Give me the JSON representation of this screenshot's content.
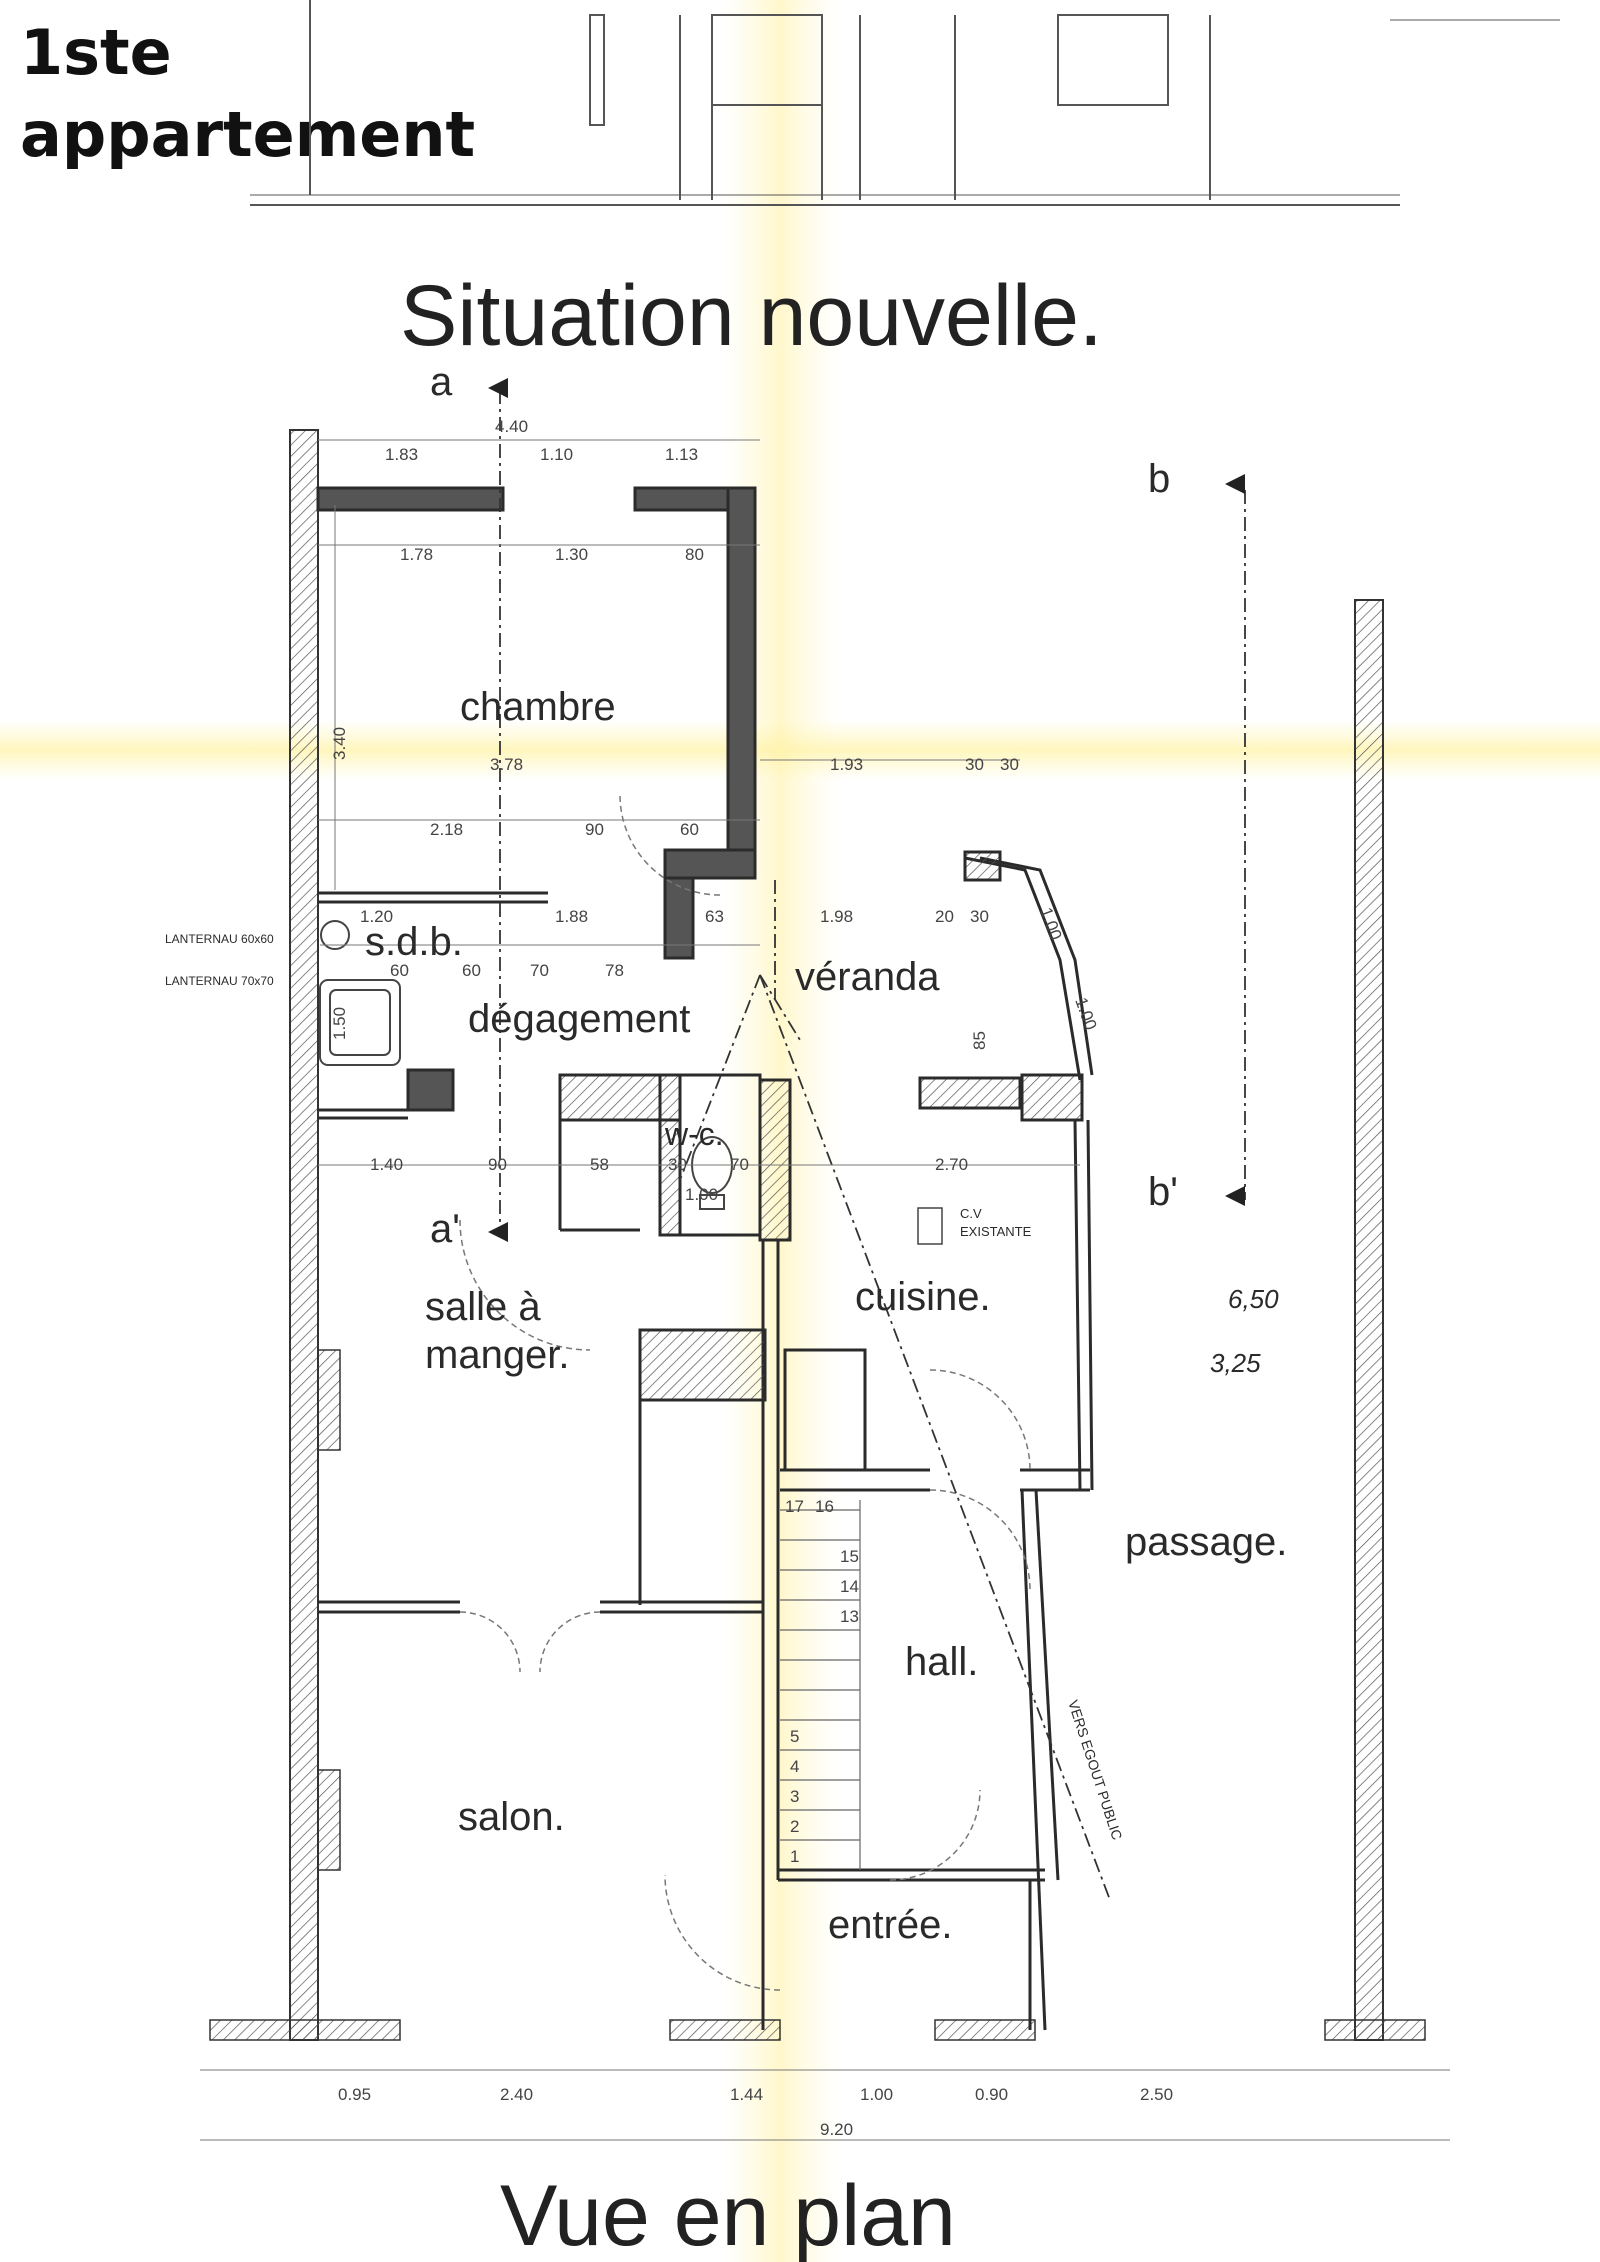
{
  "page_label": {
    "line1": "1ste",
    "line2": "appartement"
  },
  "headings": {
    "top": "Situation nouvelle.",
    "bottom": "Vue en plan"
  },
  "rooms": {
    "chambre": "chambre",
    "sdb": "s.d.b.",
    "degagement": "dégagement",
    "veranda": "véranda",
    "wc": "w-c.",
    "salle_a": "salle à",
    "manger": "manger.",
    "cuisine": "cuisine.",
    "passage": "passage.",
    "hall": "hall.",
    "salon": "salon.",
    "entree": "entrée."
  },
  "section_marks": {
    "a": "a",
    "a_prime": "a'",
    "b": "b",
    "b_prime": "b'"
  },
  "annotations": {
    "lanternau_1": "LANTERNAU 60x60",
    "lanternau_2": "LANTERNAU 70x70",
    "cv": "C.V",
    "existante": "EXISTANTE",
    "egout": "VERS EGOUT PUBLIC",
    "note_1": "6,50",
    "note_2": "3,25"
  },
  "dimensions": {
    "top_overall": "4.40",
    "top_1": "1.83",
    "top_2": "1.10",
    "top_3": "1.13",
    "ch_1": "1.78",
    "ch_2": "1.30",
    "ch_3": "80",
    "ch_h": "3.40",
    "ch_w": "3.78",
    "ch_b1": "2.18",
    "ch_b2": "90",
    "ch_b3": "60",
    "r_1": "1.93",
    "r_2": "30",
    "r_3": "30",
    "sdb_1": "1.20",
    "sdb_2": "1.88",
    "sdb_3": "63",
    "sdb_4": "60",
    "sdb_5": "60",
    "sdb_6": "70",
    "sdb_7": "78",
    "sdb_8": "1.50",
    "v_1": "1.98",
    "v_2": "20",
    "v_3": "30",
    "v_4": "1.00",
    "v_5": "85",
    "v_6": "1.00",
    "m_1": "1.40",
    "m_2": "90",
    "m_3": "58",
    "m_4": "30",
    "m_5": "70",
    "m_6": "2.70",
    "m_7": "1.00",
    "bot_1": "0.95",
    "bot_2": "2.40",
    "bot_3": "1.44",
    "bot_4": "1.00",
    "bot_5": "0.90",
    "bot_6": "2.50",
    "bot_total": "9.20"
  },
  "stair_numbers": [
    "1",
    "2",
    "3",
    "4",
    "5",
    "13",
    "14",
    "15",
    "16",
    "17"
  ]
}
